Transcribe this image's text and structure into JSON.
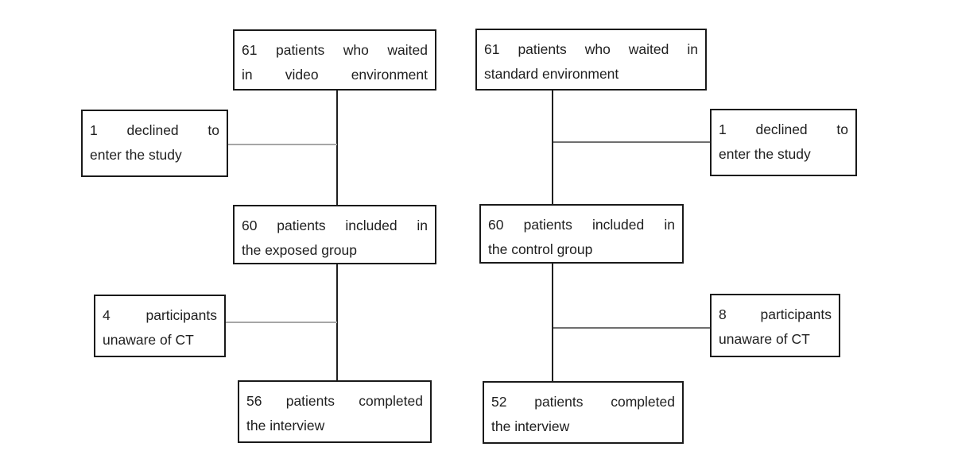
{
  "figure": {
    "type": "flow-diagram",
    "description_colors": {
      "background": "#ffffff",
      "box_border": "#1a1a1a",
      "text": "#1f1f1f",
      "vertical_connector": "#1f1f1f",
      "horizontal_connector_left": "#a6a6a6",
      "horizontal_connector_right": "#6f6f6f"
    },
    "left_column": {
      "top": {
        "lines": [
          "61 patients who waited",
          "in video environment"
        ]
      },
      "declined": {
        "lines": [
          "1 declined to",
          "enter the study"
        ]
      },
      "included": {
        "lines": [
          "60 patients included in",
          "the exposed group"
        ]
      },
      "unaware": {
        "lines": [
          "4 participants",
          "unaware of CT"
        ]
      },
      "completed": {
        "lines": [
          "56 patients completed",
          "the interview"
        ]
      }
    },
    "right_column": {
      "top": {
        "lines": [
          "61 patients who waited in",
          "standard environment"
        ]
      },
      "declined": {
        "lines": [
          "1 declined to",
          "enter the study"
        ]
      },
      "included": {
        "lines": [
          "60 patients included in",
          "the control group"
        ]
      },
      "unaware": {
        "lines": [
          "8 participants",
          "unaware of CT"
        ]
      },
      "completed": {
        "lines": [
          "52 patients completed",
          "the interview"
        ]
      }
    }
  }
}
